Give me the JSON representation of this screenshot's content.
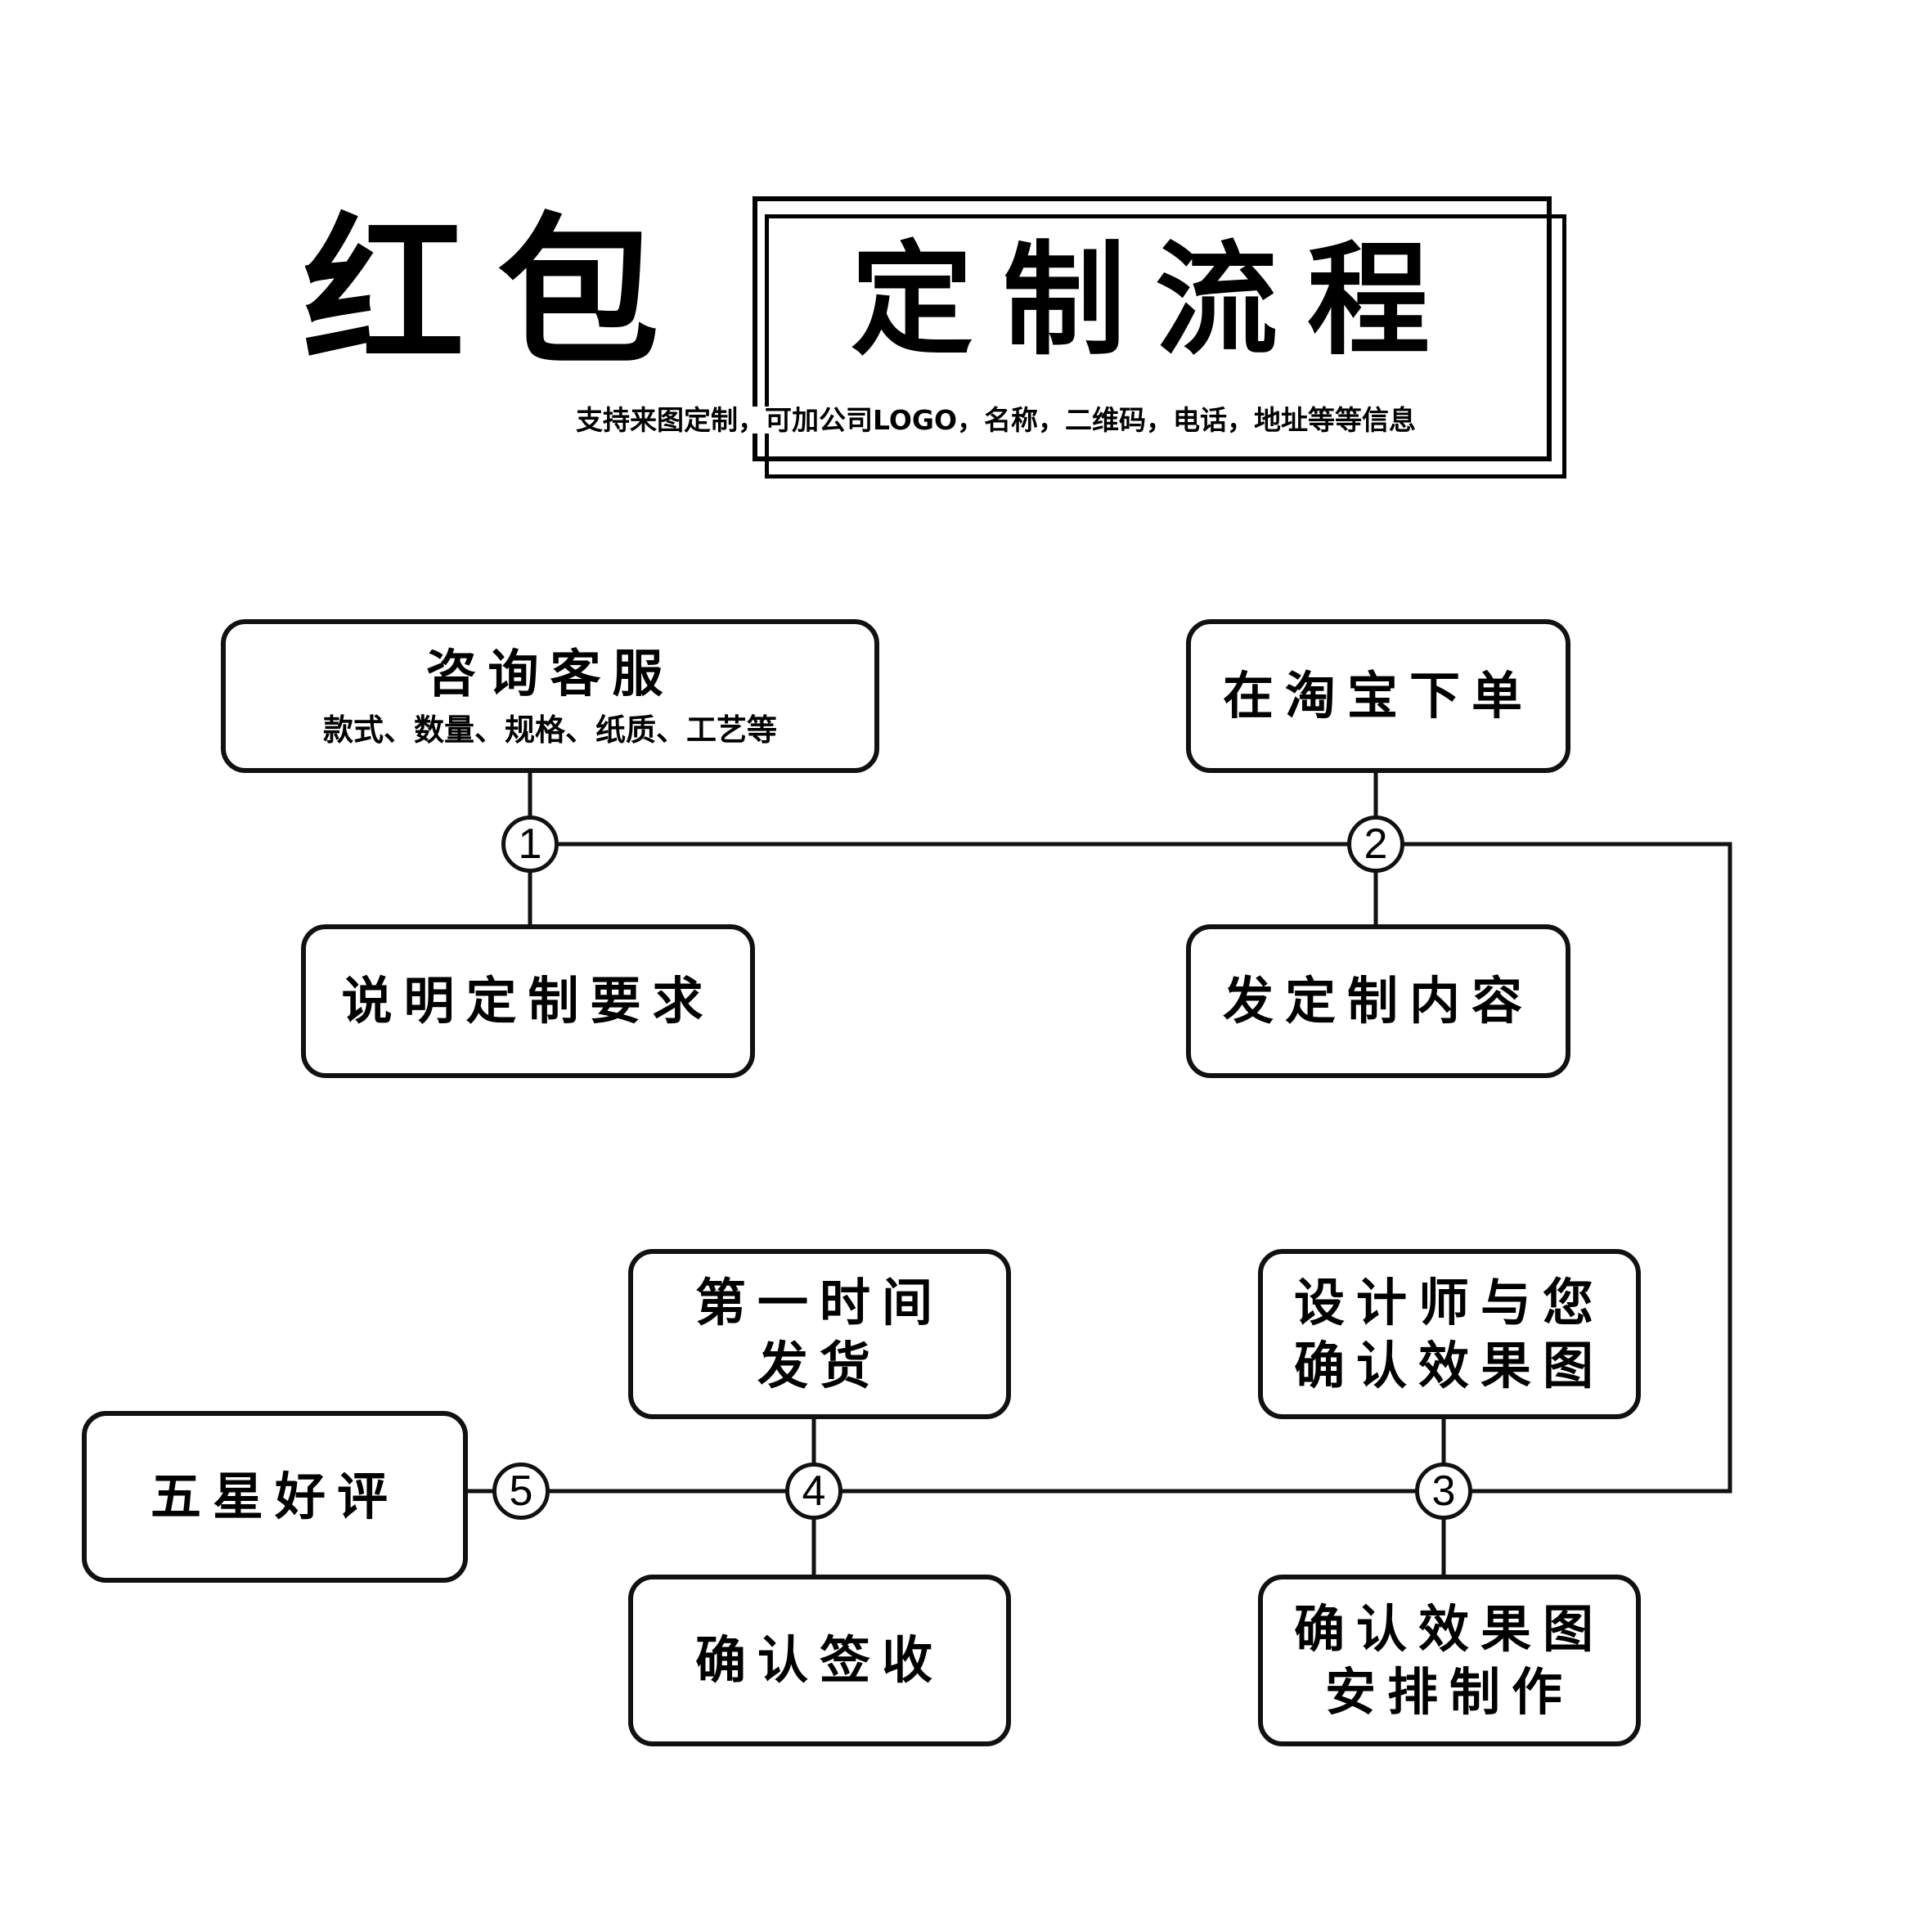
{
  "header": {
    "title_left": "红包",
    "title_right": "定制流程",
    "subtitle": "支持来图定制，可加公司LOGO，名称，二维码，电话，地址等等信息"
  },
  "steps": {
    "s1": "1",
    "s2": "2",
    "s3": "3",
    "s4": "4",
    "s5": "5"
  },
  "nodes": {
    "consult": {
      "title": "咨询客服",
      "detail": "款式、数量、规格、纸质、工艺等"
    },
    "explain": {
      "title": "说明定制要求"
    },
    "order": {
      "title": "在淘宝下单"
    },
    "send_content": {
      "title": "发定制内容"
    },
    "designer": {
      "line1": "设计师与您",
      "line2": "确认效果图"
    },
    "arrange": {
      "line1": "确认效果图",
      "line2": "安排制作"
    },
    "ship": {
      "line1": "第一时间",
      "line2": "发货"
    },
    "sign": {
      "title": "确认签收"
    },
    "review": {
      "title": "五星好评"
    }
  }
}
